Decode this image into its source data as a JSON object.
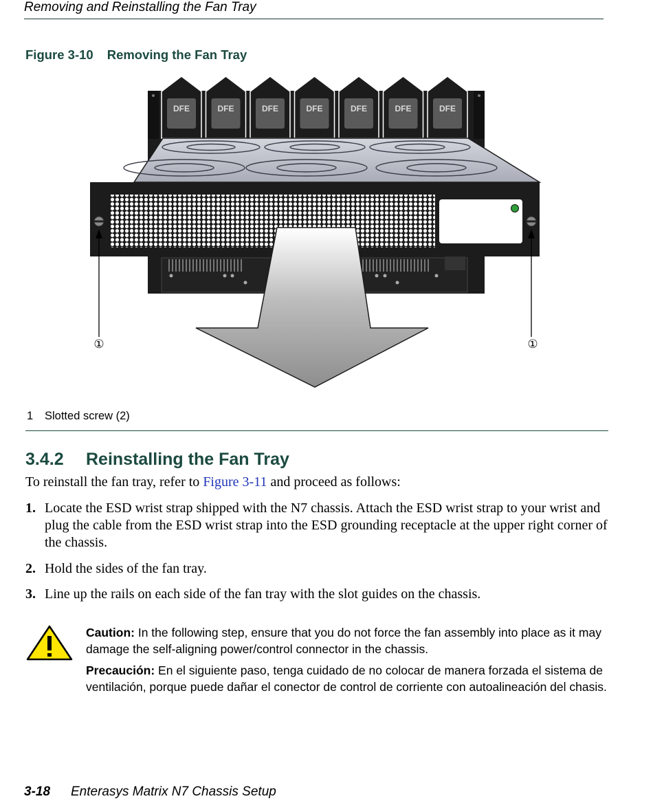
{
  "header": {
    "running_title": "Removing and Reinstalling the Fan Tray"
  },
  "figure": {
    "label": "Figure 3-10",
    "title": "Removing the Fan Tray",
    "module_labels": [
      "DFE",
      "DFE",
      "DFE",
      "DFE",
      "DFE",
      "DFE",
      "DFE"
    ],
    "callout_left": "①",
    "callout_right": "①",
    "colors": {
      "chassis": "#1c1c1c",
      "tray_top": "#b9bcc6",
      "status_led": "#2f9e3a",
      "arrow": "#9a9a9a"
    }
  },
  "legend": {
    "number": "1",
    "text": "Slotted screw (2)"
  },
  "section": {
    "number": "3.4.2",
    "title": "Reinstalling the Fan Tray",
    "intro_before": "To reinstall the fan tray, refer to ",
    "intro_link": "Figure 3-11",
    "intro_after": " and proceed as follows:"
  },
  "steps": [
    {
      "number": "1.",
      "text": "Locate the ESD wrist strap shipped with the N7 chassis. Attach the ESD wrist strap to your wrist and plug the cable from the ESD wrist strap into the ESD grounding receptacle at the upper right corner of the chassis."
    },
    {
      "number": "2.",
      "text": "Hold the sides of the fan tray."
    },
    {
      "number": "3.",
      "text": "Line up the rails on each side of the fan tray with the slot guides on the chassis."
    }
  ],
  "caution": {
    "icon": "warning-triangle-icon",
    "label": "Caution:",
    "text": " In the following step, ensure that you do not force the fan assembly into place as it may damage the self-aligning power/control connector in the chassis.",
    "es_label": "Precaución:",
    "es_text": " En el siguiente paso, tenga cuidado de no colocar de manera forzada el sistema de ventilación, porque puede dañar el conector de control de corriente con autoalineación del chasis."
  },
  "footer": {
    "page": "3-18",
    "book_title": "Enterasys Matrix N7 Chassis Setup"
  }
}
